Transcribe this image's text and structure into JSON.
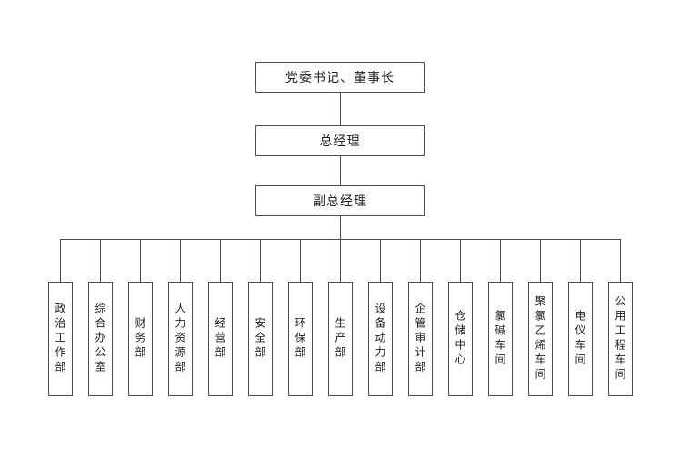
{
  "nodes": {
    "level1": {
      "label": "党委书记、董事长"
    },
    "level2": {
      "label": "总经理"
    },
    "level3": {
      "label": "副总经理"
    }
  },
  "departments": [
    "政治工作部",
    "综合办公室",
    "财务部",
    "人力资源部",
    "经营部",
    "安全部",
    "环保部",
    "生产部",
    "设备动力部",
    "企管审计部",
    "仓储中心",
    "氯碱车间",
    "聚氯乙烯车间",
    "电仪车间",
    "公用工程车间"
  ],
  "colors": {
    "background": "#ffffff",
    "line": "#4d4d4d",
    "box_border": "#4d4d4d",
    "text": "#1f1f1f"
  }
}
